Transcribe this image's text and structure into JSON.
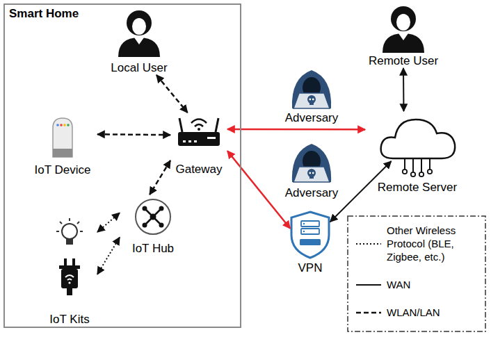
{
  "diagram": {
    "nodes": [
      {
        "text": [
          "Smart Home"
        ]
      },
      {
        "text": [
          "Local User"
        ],
        "in": 0
      },
      {
        "text": [
          "IoT Device"
        ],
        "in": 0
      },
      {
        "text": [
          "Gateway"
        ],
        "in": 0
      },
      {
        "text": [
          "IoT Hub"
        ],
        "in": 0
      },
      {
        "text": [
          "IoT Kits"
        ],
        "in": 0
      },
      {
        "text": [
          "Remote User"
        ]
      },
      {
        "text": [
          "Adversary"
        ]
      },
      {
        "text": [
          "Adversary"
        ]
      },
      {
        "text": [
          "Remote Server"
        ]
      },
      {
        "text": [
          "VPN"
        ]
      }
    ],
    "edges": [
      {
        "from": 1,
        "to": 3,
        "arrow": "both"
      },
      {
        "from": 2,
        "to": 3,
        "arrow": "both"
      },
      {
        "from": 3,
        "to": 4,
        "arrow": "both"
      },
      {
        "from": 4,
        "to": 5,
        "arrow": "both"
      },
      {
        "from": 4,
        "to": 5,
        "arrow": "both"
      },
      {
        "from": 3,
        "to": 9,
        "arrow": "both"
      },
      {
        "from": 3,
        "to": 10,
        "arrow": "both"
      },
      {
        "from": 10,
        "to": 9,
        "arrow": "both"
      },
      {
        "from": 6,
        "to": 9,
        "arrow": "both"
      }
    ],
    "legend": [
      {
        "text": "Other Wireless Protocol (BLE, Zigbee, etc.)"
      },
      {
        "text": "WAN"
      },
      {
        "text": "WLAN/LAN"
      }
    ]
  }
}
